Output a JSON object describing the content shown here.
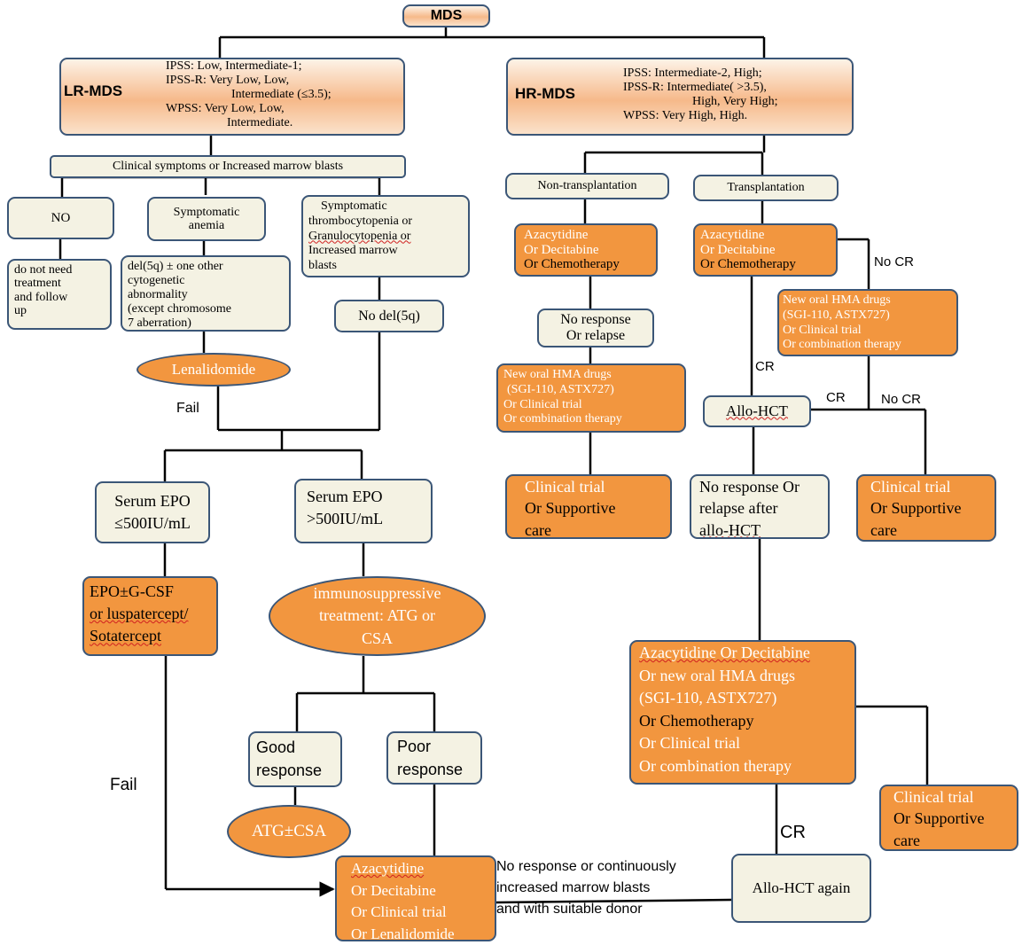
{
  "root": "MDS",
  "lr": {
    "title": "LR-MDS",
    "ipss": "IPSS:    Low, Intermediate-1;",
    "ipssr_1": "IPSS-R: Very Low, Low,",
    "ipssr_2": "Intermediate  (≤3.5);",
    "wpss_1": "WPSS: Very Low, Low,",
    "wpss_2": "Intermediate."
  },
  "hr": {
    "title": "HR-MDS",
    "ipss": "IPSS:     Intermediate-2, High;",
    "ipssr_1": "IPSS-R: Intermediate( >3.5),",
    "ipssr_2": "High, Very High;",
    "wpss": "WPSS:    Very High, High."
  },
  "clinical": "Clinical symptoms or Increased  marrow blasts",
  "no": "NO",
  "no_treatment": [
    "do not need",
    "treatment",
    " and follow",
    "up"
  ],
  "sym_anemia": [
    "Symptomatic",
    "anemia"
  ],
  "del5q": [
    "del(5q) ± one other",
    "cytogenetic",
    "abnormality",
    "(except chromosome",
    "7 aberration)"
  ],
  "sym_thrombo": [
    "Symptomatic",
    "thrombocytopenia or",
    "Granulocytopenia or",
    "Increased marrow",
    "blasts"
  ],
  "no_del5q": "No del(5q)",
  "lenalidomide": "Lenalidomide",
  "fail_1": "Fail",
  "fail_2": "Fail",
  "epo_low": [
    "Serum EPO",
    "≤500IU/mL"
  ],
  "epo_high": [
    "Serum EPO",
    ">500IU/mL"
  ],
  "epo_tx": [
    "EPO±G-CSF",
    "or luspatercept/",
    "Sotatercept"
  ],
  "ist": [
    "immunosuppressive",
    "treatment: ATG or",
    "CSA"
  ],
  "good": [
    "Good",
    "response"
  ],
  "poor": [
    "Poor",
    "response"
  ],
  "atg": "ATG±CSA",
  "aza_final": [
    "Azacytidine",
    "Or Decitabine",
    "Or Clinical trial",
    "Or Lenalidomide"
  ],
  "no_resp_label": [
    "No response or continuously",
    "increased marrow blasts",
    "and with suitable donor"
  ],
  "allo_again": "Allo-HCT again",
  "cr_bottom": "CR",
  "non_transplant": "Non-transplantation",
  "transplant": "Transplantation",
  "aza_nt": [
    "Azacytidine",
    "Or Decitabine",
    "Or Chemotherapy"
  ],
  "aza_t": [
    "Azacytidine",
    "Or Decitabine",
    "Or Chemotherapy"
  ],
  "no_resp_relapse": [
    "No response",
    "Or relapse"
  ],
  "oral_hma_nt": [
    "New oral HMA drugs",
    "(SGI-110, ASTX727)",
    "Or  Clinical trial",
    "Or combination therapy"
  ],
  "oral_hma_t": [
    "New oral HMA drugs",
    "(SGI-110, ASTX727)",
    "Or  Clinical trial",
    "Or combination therapy"
  ],
  "clin_supp_1": [
    "Clinical trial",
    "Or Supportive",
    "care"
  ],
  "clin_supp_2": [
    "Clinical trial",
    "Or Supportive",
    "care"
  ],
  "clin_supp_3": [
    "Clinical trial",
    "Or Supportive",
    "care"
  ],
  "no_cr_1": "No CR",
  "no_cr_2": "No CR",
  "cr_1": "CR",
  "cr_2": "CR",
  "allo_hct": "Allo-HCT",
  "relapse_after": [
    "No response Or",
    "relapse after",
    "allo-HCT"
  ],
  "aza_big": [
    "Azacytidine  Or Decitabine",
    "Or new oral HMA drugs",
    "(SGI-110, ASTX727)",
    "Or Chemotherapy",
    "Or Clinical trial",
    "Or combination therapy"
  ],
  "colors": {
    "box_fill": "#f4f2e3",
    "orange": "#f2963f",
    "border": "#3b5677",
    "arrow": "#7b5aa6"
  }
}
